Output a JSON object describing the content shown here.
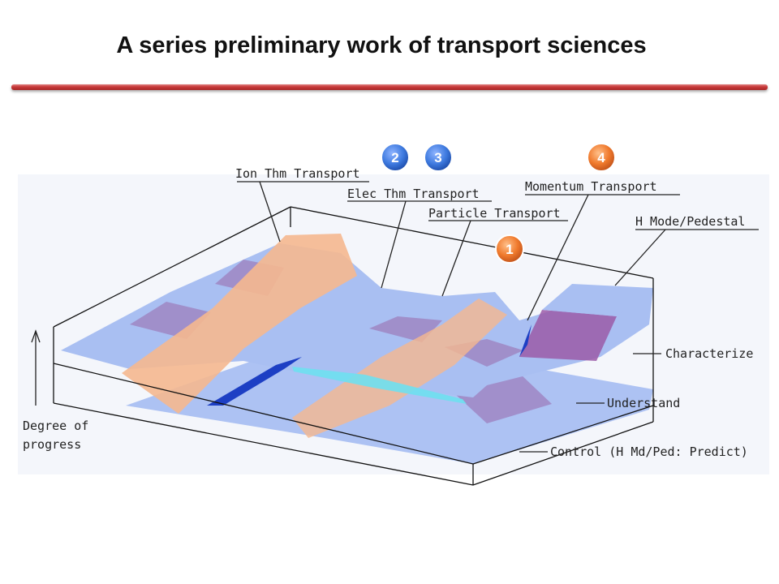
{
  "title": "A series preliminary work of transport sciences",
  "colors": {
    "title_rule": "#c63a3a",
    "surface_blue": "#a9bff2",
    "ridge_orange": "#f5b88f",
    "band_purple": "#9f86c3",
    "marker_blue": "#3f7be0",
    "marker_orange": "#f07a2d"
  },
  "diagram": {
    "transport_labels": {
      "ion": "Ion Thm Transport",
      "elec": "Elec Thm Transport",
      "particle": "Particle Transport",
      "momentum": "Momentum Transport",
      "hmode": "H Mode/Pedestal"
    },
    "levels": {
      "characterize": "Characterize",
      "understand": "Understand",
      "control": "Control (H Md/Ped: Predict)"
    },
    "axis": {
      "line1": "Degree of",
      "line2": "progress"
    },
    "markers": [
      {
        "number": "1",
        "color": "orange"
      },
      {
        "number": "2",
        "color": "blue"
      },
      {
        "number": "3",
        "color": "blue"
      },
      {
        "number": "4",
        "color": "orange"
      }
    ]
  }
}
